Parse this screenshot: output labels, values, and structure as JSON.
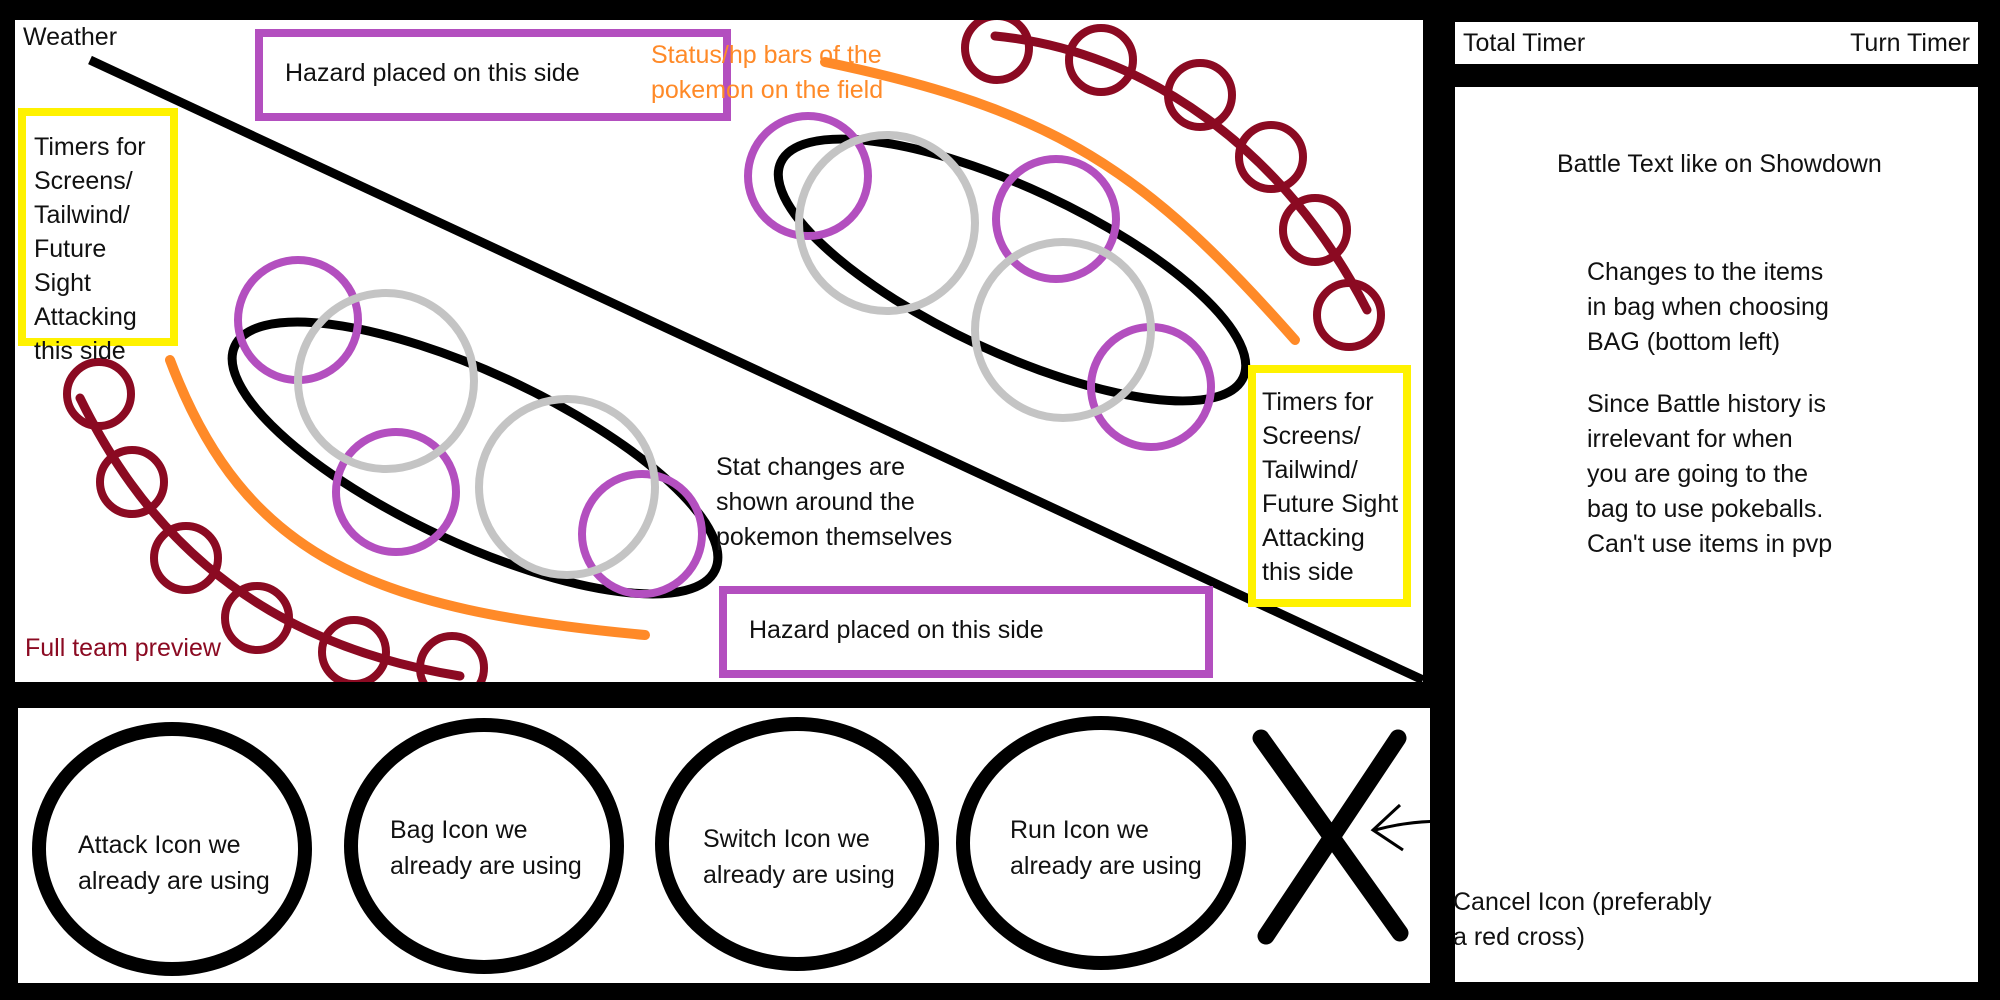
{
  "field": {
    "weather_label": "Weather",
    "hazard_top_label": "Hazard placed on this side",
    "hazard_bottom_label": "Hazard placed on this side",
    "status_bars_note": "Status/hp bars of the\npokemon on the field",
    "timers_left_label": "Timers for\nScreens/\nTailwind/\nFuture Sight\nAttacking\nthis side",
    "timers_right_label": "Timers for\nScreens/\nTailwind/\nFuture Sight\nAttacking\nthis side",
    "stat_changes_note": "Stat changes are\nshown around the\npokemon themselves",
    "team_preview_label": "Full team preview"
  },
  "timers": {
    "total_label": "Total Timer",
    "turn_label": "Turn Timer"
  },
  "battle_log": {
    "title": "Battle Text like on Showdown",
    "note_items": "Changes to the items\nin bag when choosing\nBAG (bottom left)",
    "note_history": "Since Battle history is\nirrelevant for when\nyou are going to the\nbag to use pokeballs.\nCan't use items in pvp"
  },
  "actions": {
    "attack_label": "Attack Icon we\nalready are using",
    "bag_label": "Bag Icon we\nalready are using",
    "switch_label": "Switch Icon we\nalready are using",
    "run_label": "Run Icon we\nalready are using",
    "cancel_note": "Cancel Icon (preferably\n   a red cross)"
  },
  "colors": {
    "hazard": "#b34fbf",
    "timer_box": "#fff200",
    "status_bar": "#ff8a28",
    "team_preview": "#8b0a22",
    "stat_ring": "#b34fbf",
    "pokemon_slot": "#c4c4c4"
  }
}
